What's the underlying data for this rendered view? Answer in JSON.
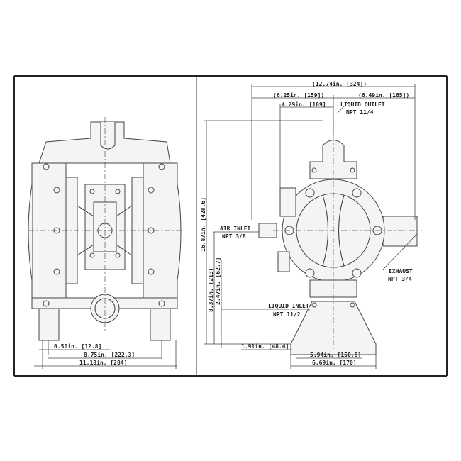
{
  "dimensions": {
    "overall_width": "(12.74in. [324])",
    "left_half_width": "(6.25in. [159])",
    "right_half_width": "(6.49in. [165])",
    "inlet_offset": "4.29in. [109]",
    "overall_height": "16.87in. [428.6]",
    "air_inlet_height": "8.37in. [213]",
    "liquid_inlet_height": "2.47in. [62.7]",
    "foot_offset": "1.91in. [48.4]",
    "mount_holes": "5.94in. [150.8]",
    "base_width": "6.69in. [170]",
    "front_bolt": "0.50in. [12.8]",
    "front_mount": "8.75in. [222.3]",
    "front_width": "11.18in. [284]"
  },
  "labels": {
    "liquid_outlet": "LIQUID OUTLET",
    "liquid_outlet_size": "NPT 11/4",
    "air_inlet": "AIR INLET",
    "air_inlet_size": "NPT 3/8",
    "exhaust": "EXHAUST",
    "exhaust_size": "NPT 3/4",
    "liquid_inlet": "LIQUID INLET",
    "liquid_inlet_size": "NPT 11/2"
  }
}
